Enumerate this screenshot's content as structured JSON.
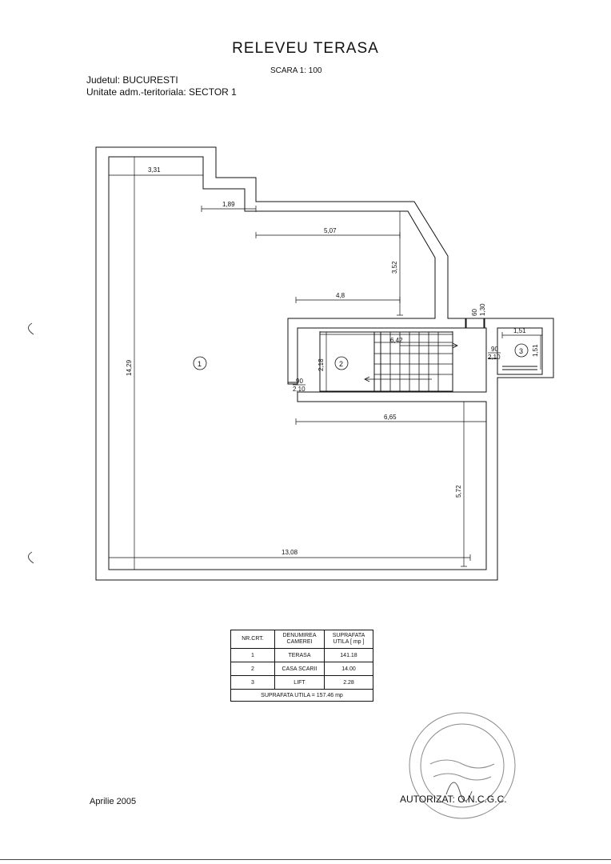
{
  "header": {
    "title": "RELEVEU  TERASA",
    "scale": "SCARA  1: 100",
    "county": "Judetul: BUCURESTI",
    "unit": "Unitate adm.-teritoriala: SECTOR 1"
  },
  "plan": {
    "dims": {
      "d331": "3,31",
      "d189": "1,89",
      "d507": "5,07",
      "d352": "3,52",
      "d48": "4,8",
      "d1429": "14,29",
      "d642": "6,42",
      "d218": "2,18",
      "d60": "60",
      "d130": "1,30",
      "d151h": "1,51",
      "d151v": "1,51",
      "d90a": "90",
      "d210a": "2,10",
      "d90b": "90",
      "d210b": "2,10",
      "d665": "6,65",
      "d572": "5,72",
      "d1308": "13,08"
    },
    "rooms": [
      "1",
      "2",
      "3"
    ]
  },
  "table": {
    "headers": [
      "NR.CRT.",
      "DENUMIREA CAMEREI",
      "SUPRAFATA UTILA [ mp ]"
    ],
    "rows": [
      [
        "1",
        "TERASA",
        "141.18"
      ],
      [
        "2",
        "CASA SCARII",
        "14.00"
      ],
      [
        "3",
        "LIFT",
        "2.28"
      ]
    ],
    "total": "SUPRAFATA UTILA = 157.46 mp"
  },
  "footer": {
    "date": "Aprilie  2005",
    "authorized": "AUTORIZAT: O.N.C.G.C."
  }
}
